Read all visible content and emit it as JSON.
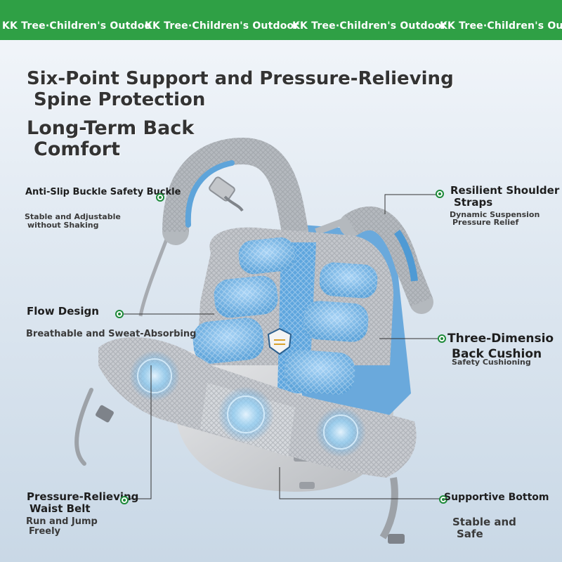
{
  "banner": {
    "text": "KK Tree·Children's Outdoo",
    "repeat_text": "KK Tree·Children's Outdoor ",
    "color": "#2fa045"
  },
  "headline": {
    "line1": "Six-Point Support and Pressure-Relieving",
    "line2": "Spine Protection",
    "line3": "Long-Term Back",
    "line4": "Comfort"
  },
  "features": {
    "buckle": {
      "title": "Anti-Slip Buckle Safety Buckle",
      "sub1": "Stable and Adjustable",
      "sub2": "without Shaking"
    },
    "shoulder": {
      "title1": "Resilient Shoulder",
      "title2": "Straps",
      "sub1": "Dynamic Suspension",
      "sub2": "Pressure Relief"
    },
    "flow": {
      "title": "Flow Design",
      "sub": "Breathable and Sweat-Absorbing"
    },
    "cushion": {
      "title1": "Three-Dimensio",
      "title2": "Back Cushion",
      "sub": "Safety Cushioning"
    },
    "waist": {
      "title1": "Pressure-Relieving",
      "title2": "Waist Belt",
      "sub1": "Run and Jump",
      "sub2": "Freely"
    },
    "bottom": {
      "title": "Supportive Bottom",
      "sub1": "Stable and",
      "sub2": "Safe"
    }
  },
  "colors": {
    "accent_green": "#1e8a3a",
    "pad_blue": "#6fb3e8",
    "panel_gray": "#b9bcc0",
    "strap_blue": "#5fa6de"
  }
}
